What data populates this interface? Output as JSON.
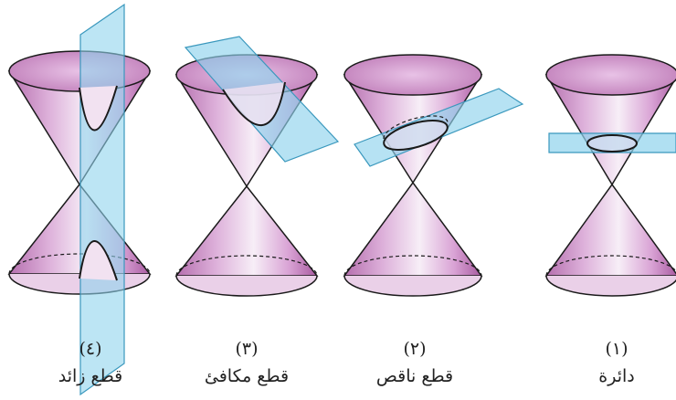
{
  "panels": [
    {
      "number": "(٤)",
      "caption": "قطع زائد"
    },
    {
      "number": "(٣)",
      "caption": "قطع مكافئ"
    },
    {
      "number": "(٢)",
      "caption": "قطع ناقص"
    },
    {
      "number": "(١)",
      "caption": "دائرة"
    }
  ],
  "colors": {
    "cone_light": "#f6ebf6",
    "cone_mid": "#d9a6d6",
    "cone_dark": "#b062a9",
    "plane_fill": "#8fd3ec",
    "plane_stroke": "#3a98bd",
    "outline": "#1a1a1a"
  }
}
